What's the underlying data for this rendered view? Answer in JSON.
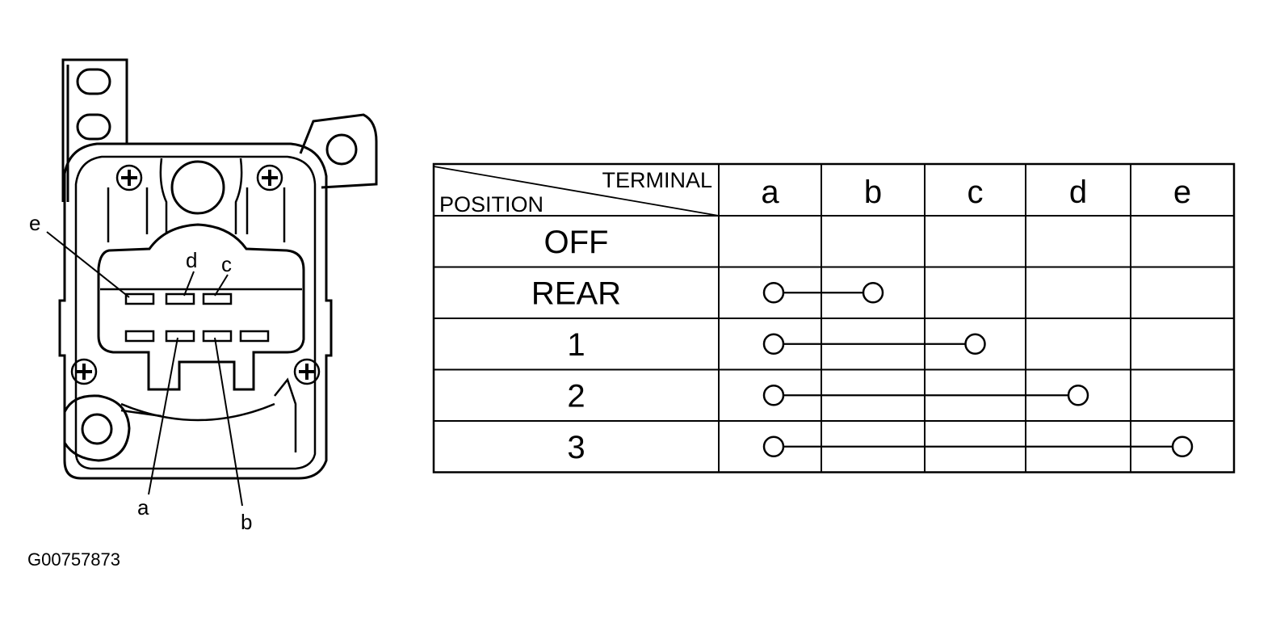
{
  "figure_id": "G00757873",
  "connector_labels": {
    "a": "a",
    "b": "b",
    "c": "c",
    "d": "d",
    "e": "e"
  },
  "table": {
    "header_terminal": "TERMINAL",
    "header_position": "POSITION",
    "terminals": [
      "a",
      "b",
      "c",
      "d",
      "e"
    ],
    "rows": [
      {
        "position": "OFF",
        "connected": []
      },
      {
        "position": "REAR",
        "connected": [
          "a",
          "b"
        ]
      },
      {
        "position": "1",
        "connected": [
          "a",
          "c"
        ]
      },
      {
        "position": "2",
        "connected": [
          "a",
          "d"
        ]
      },
      {
        "position": "3",
        "connected": [
          "a",
          "e"
        ]
      }
    ]
  }
}
